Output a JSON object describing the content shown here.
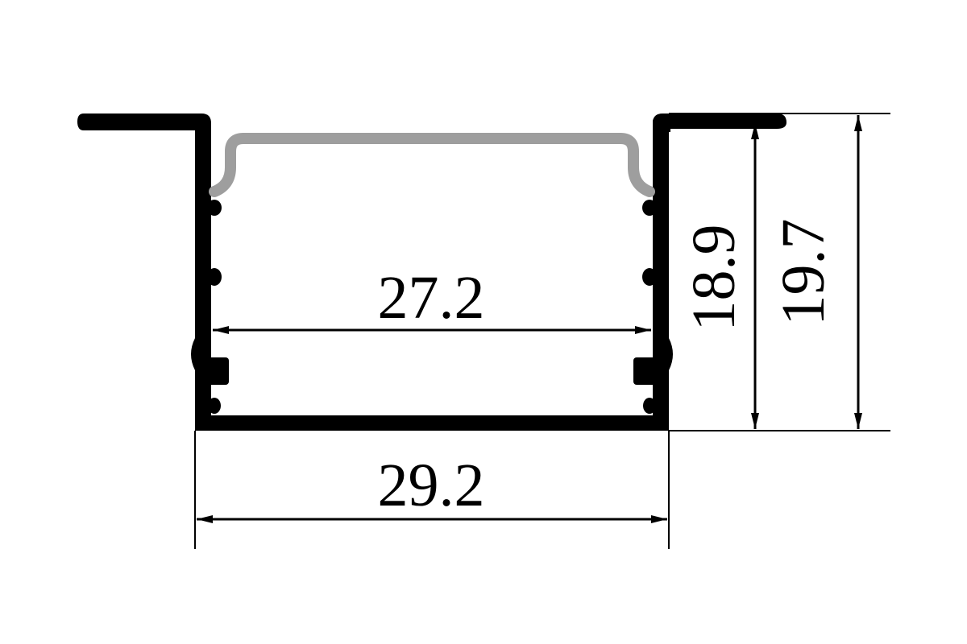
{
  "diagram": {
    "colors": {
      "profile": "#000000",
      "diffuser": "#9e9e9e",
      "background": "#ffffff",
      "dimension": "#000000"
    },
    "dimensions": {
      "inner_width": "27.2",
      "outer_width": "29.2",
      "inner_height": "18.9",
      "outer_height": "19.7"
    }
  }
}
